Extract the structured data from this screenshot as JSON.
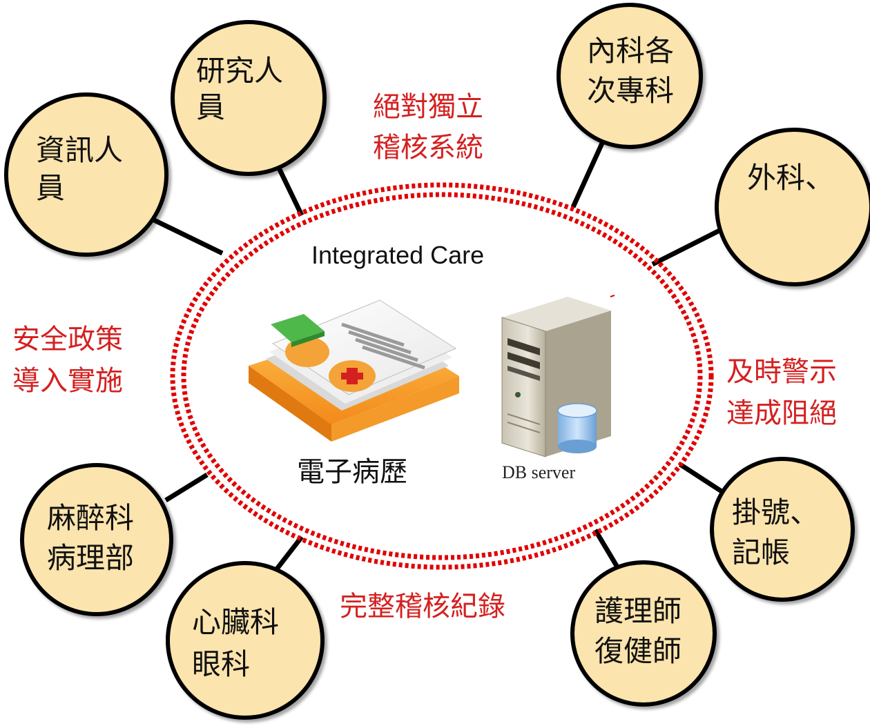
{
  "colors": {
    "node_fill": "#fbe4ad",
    "node_stroke": "#000000",
    "spoke": "#000000",
    "dotted_ring": "#e00000",
    "red_text": "#d42020"
  },
  "center": {
    "title": "Integrated Care",
    "emr_label": "電子病歷",
    "emr_icon": "medical-record-icon",
    "db_label": "DB server",
    "db_icon": "database-server-icon"
  },
  "nodes": [
    {
      "id": "research",
      "lines": [
        "研究人",
        "員"
      ]
    },
    {
      "id": "it",
      "lines": [
        "資訊人",
        "員"
      ]
    },
    {
      "id": "internal-med",
      "lines": [
        "內科各",
        "次專科"
      ]
    },
    {
      "id": "surgery",
      "lines": [
        "外科、"
      ]
    },
    {
      "id": "registration",
      "lines": [
        "掛號、",
        "記帳"
      ]
    },
    {
      "id": "nursing",
      "lines": [
        "護理師",
        "復健師"
      ]
    },
    {
      "id": "cardiology",
      "lines": [
        "心臟科",
        "眼科"
      ]
    },
    {
      "id": "anesthesia",
      "lines": [
        "麻醉科",
        "病理部"
      ]
    }
  ],
  "annotations": {
    "top": [
      "絕對獨立",
      "稽核系統"
    ],
    "left": [
      "安全政策",
      "導入實施"
    ],
    "right": [
      "及時警示",
      "達成阻絕"
    ],
    "bottom": [
      "完整稽核紀錄"
    ]
  }
}
